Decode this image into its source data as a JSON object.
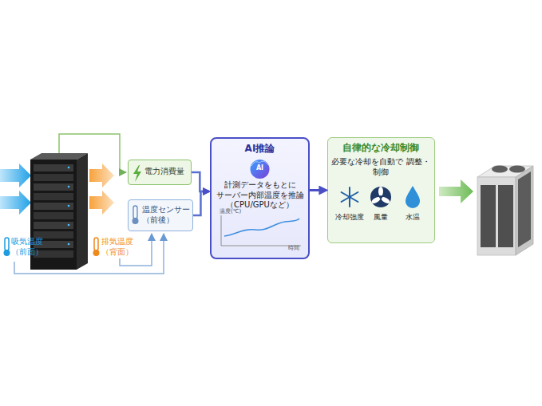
{
  "diagram": {
    "nodes": [
      {
        "text": [
          "電力消費量"
        ]
      },
      {
        "text": [
          "温度センサー（前後）"
        ]
      },
      {
        "text": [
          "AI推論",
          "AI",
          "計測データをもとに サーバー内部温度を推論 （CPU/GPUなど）",
          "温度(℃)",
          "時間"
        ]
      },
      {
        "text": [
          "自律的な冷却制御",
          "必要な冷却を自動で 調整・制御",
          "冷却強度",
          "風量",
          "水温"
        ]
      }
    ],
    "edges": [
      {
        "from": 0,
        "to": 2,
        "arrow": "to"
      },
      {
        "from": 1,
        "to": 2,
        "arrow": "to"
      },
      {
        "from": 2,
        "to": 3,
        "arrow": "to"
      }
    ],
    "labels": [
      "吸気温度（前面）",
      "排気温度（背面）"
    ]
  }
}
